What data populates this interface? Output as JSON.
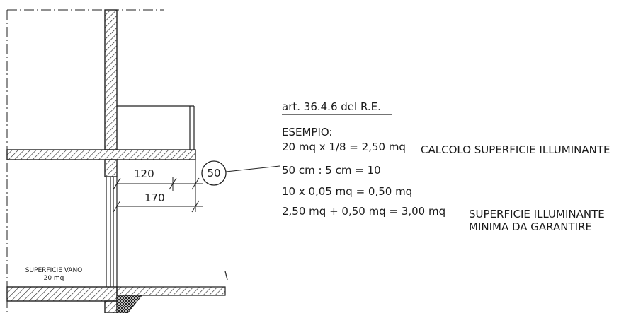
{
  "drawing": {
    "dimension_upper": "120",
    "dimension_lower": "170",
    "callout_number": "50",
    "room_label_line1": "SUPERFICIE VANO",
    "room_label_line2": "20 mq"
  },
  "notes": {
    "reference": "art. 36.4.6 del R.E.",
    "example_title": "ESEMPIO:",
    "line1": "20 mq x 1/8 = 2,50 mq",
    "line1_label": "CALCOLO SUPERFICIE ILLUMINANTE",
    "line2": "50 cm : 5 cm = 10",
    "line3": "10 x 0,05 mq = 0,50 mq",
    "line4": "2,50 mq + 0,50 mq = 3,00 mq",
    "line4_label_1": "SUPERFICIE ILLUMINANTE",
    "line4_label_2": "MINIMA DA GARANTIRE"
  }
}
